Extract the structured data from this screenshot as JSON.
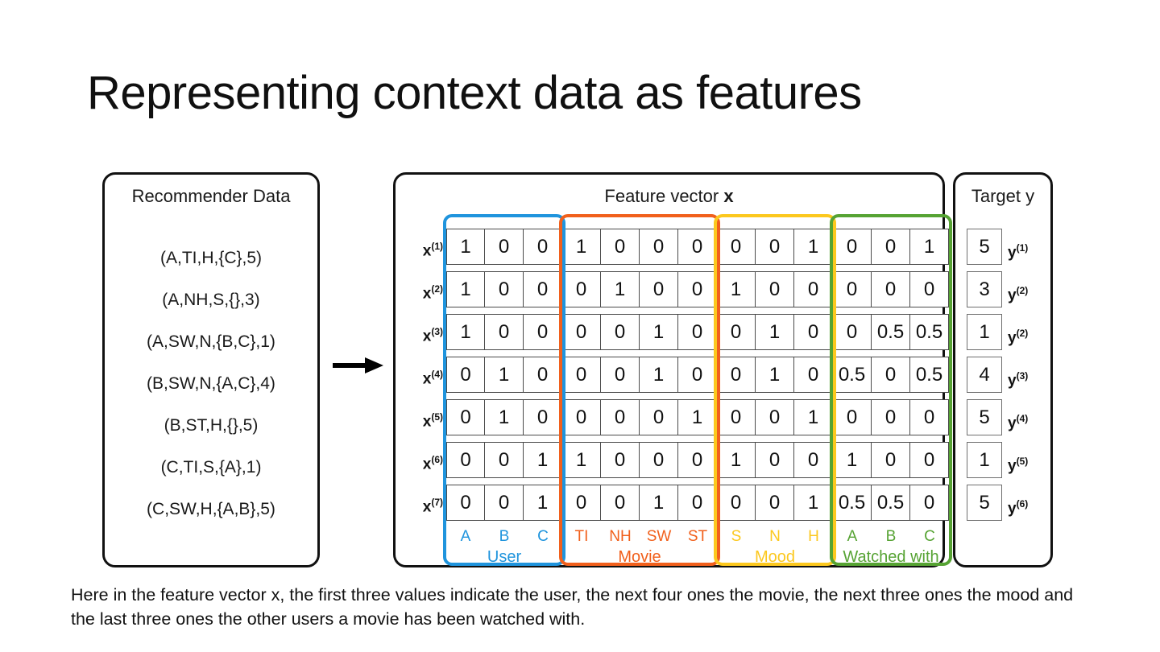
{
  "slide": {
    "title": "Representing context data as features",
    "caption": "Here in the feature vector x, the first three values indicate the user, the next four ones the movie, the next three ones the mood and the last three ones the other users a movie has been watched with."
  },
  "colors": {
    "user": "#1f94dd",
    "movie": "#f1601c",
    "mood": "#fcc81e",
    "watched_with": "#56a333",
    "cell_border": "#4a4a4a",
    "outer_border": "#111111",
    "target_cell_border": "#6e6e6e"
  },
  "recommender": {
    "title": "Recommender Data",
    "rows": [
      "(A,TI,H,{C},5)",
      "(A,NH,S,{},3)",
      "(A,SW,N,{B,C},1)",
      "(B,SW,N,{A,C},4)",
      "(B,ST,H,{},5)",
      "(C,TI,S,{A},1)",
      "(C,SW,H,{A,B},5)"
    ]
  },
  "arrow": {
    "icon": "right-arrow-icon"
  },
  "feature_vector": {
    "title_prefix": "Feature vector ",
    "title_symbol": "x",
    "row_labels": [
      "x(1)",
      "x(2)",
      "x(3)",
      "x(4)",
      "x(5)",
      "x(6)",
      "x(7)"
    ],
    "row_label_base": "x",
    "row_label_sups": [
      "(1)",
      "(2)",
      "(3)",
      "(4)",
      "(5)",
      "(6)",
      "(7)"
    ],
    "groups": [
      {
        "name": "User",
        "color": "#1f94dd",
        "labels": [
          "A",
          "B",
          "C"
        ]
      },
      {
        "name": "Movie",
        "color": "#f1601c",
        "labels": [
          "TI",
          "NH",
          "SW",
          "ST"
        ]
      },
      {
        "name": "Mood",
        "color": "#fcc81e",
        "labels": [
          "S",
          "N",
          "H"
        ]
      },
      {
        "name": "Watched with",
        "color": "#56a333",
        "labels": [
          "A",
          "B",
          "C"
        ]
      }
    ],
    "matrix": [
      [
        "1",
        "0",
        "0",
        "1",
        "0",
        "0",
        "0",
        "0",
        "0",
        "1",
        "0",
        "0",
        "1"
      ],
      [
        "1",
        "0",
        "0",
        "0",
        "1",
        "0",
        "0",
        "1",
        "0",
        "0",
        "0",
        "0",
        "0"
      ],
      [
        "1",
        "0",
        "0",
        "0",
        "0",
        "1",
        "0",
        "0",
        "1",
        "0",
        "0",
        "0.5",
        "0.5"
      ],
      [
        "0",
        "1",
        "0",
        "0",
        "0",
        "1",
        "0",
        "0",
        "1",
        "0",
        "0.5",
        "0",
        "0.5"
      ],
      [
        "0",
        "1",
        "0",
        "0",
        "0",
        "0",
        "1",
        "0",
        "0",
        "1",
        "0",
        "0",
        "0"
      ],
      [
        "0",
        "0",
        "1",
        "1",
        "0",
        "0",
        "0",
        "1",
        "0",
        "0",
        "1",
        "0",
        "0"
      ],
      [
        "0",
        "0",
        "1",
        "0",
        "0",
        "1",
        "0",
        "0",
        "0",
        "1",
        "0.5",
        "0.5",
        "0"
      ]
    ]
  },
  "target": {
    "title": "Target y",
    "values": [
      "5",
      "3",
      "1",
      "4",
      "5",
      "1",
      "5"
    ],
    "label_base": "y",
    "label_sups": [
      "(1)",
      "(2)",
      "(2)",
      "(3)",
      "(4)",
      "(5)",
      "(6)"
    ]
  },
  "chart_data": {
    "type": "table",
    "title": "Feature vector x",
    "categories": [
      "A",
      "B",
      "C",
      "TI",
      "NH",
      "SW",
      "ST",
      "S",
      "N",
      "H",
      "A",
      "B",
      "C"
    ],
    "group_spans": [
      {
        "name": "User",
        "start": 0,
        "count": 3
      },
      {
        "name": "Movie",
        "start": 3,
        "count": 4
      },
      {
        "name": "Mood",
        "start": 7,
        "count": 3
      },
      {
        "name": "Watched with",
        "start": 10,
        "count": 3
      }
    ],
    "series": [
      {
        "name": "x(1)",
        "values": [
          1,
          0,
          0,
          1,
          0,
          0,
          0,
          0,
          0,
          1,
          0,
          0,
          1
        ],
        "target": 5
      },
      {
        "name": "x(2)",
        "values": [
          1,
          0,
          0,
          0,
          1,
          0,
          0,
          1,
          0,
          0,
          0,
          0,
          0
        ],
        "target": 3
      },
      {
        "name": "x(3)",
        "values": [
          1,
          0,
          0,
          0,
          0,
          1,
          0,
          0,
          1,
          0,
          0,
          0.5,
          0.5
        ],
        "target": 1
      },
      {
        "name": "x(4)",
        "values": [
          0,
          1,
          0,
          0,
          0,
          1,
          0,
          0,
          1,
          0,
          0.5,
          0,
          0.5
        ],
        "target": 4
      },
      {
        "name": "x(5)",
        "values": [
          0,
          1,
          0,
          0,
          0,
          0,
          1,
          0,
          0,
          1,
          0,
          0,
          0
        ],
        "target": 5
      },
      {
        "name": "x(6)",
        "values": [
          0,
          0,
          1,
          1,
          0,
          0,
          0,
          1,
          0,
          0,
          1,
          0,
          0
        ],
        "target": 1
      },
      {
        "name": "x(7)",
        "values": [
          0,
          0,
          1,
          0,
          0,
          1,
          0,
          0,
          0,
          1,
          0.5,
          0.5,
          0
        ],
        "target": 5
      }
    ],
    "xlabel": "",
    "ylabel": "",
    "grid": true,
    "legend": "none"
  }
}
